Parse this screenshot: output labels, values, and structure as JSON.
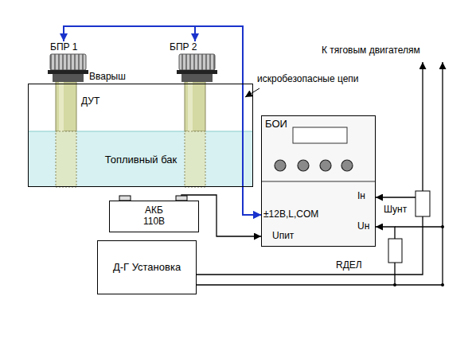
{
  "diagram": {
    "nodes": [
      {
        "text": [
          "Топливный бак"
        ]
      },
      {
        "text": [
          "ДУТ"
        ],
        "in": 0
      },
      {
        "text": [
          "БПР 1"
        ]
      },
      {
        "text": [
          "БПР 2"
        ]
      },
      {
        "text": [
          "БОИ"
        ]
      },
      {
        "text": [
          "АКБ 110В"
        ]
      },
      {
        "text": [
          "Д-Г Установка"
        ]
      },
      {
        "text": [
          "Шунт"
        ]
      },
      {
        "text": [
          "RДЕЛ"
        ]
      }
    ],
    "edges": [
      {
        "from": 2,
        "to": 4,
        "arrow": "both"
      },
      {
        "from": 3,
        "to": 4,
        "arrow": "both"
      },
      {
        "from": 5,
        "to": 4,
        "arrow": "to"
      },
      {
        "from": 6,
        "to": 7,
        "arrow": "none"
      },
      {
        "from": 7,
        "to": 4,
        "arrow": "to"
      },
      {
        "from": 8,
        "to": 4,
        "arrow": "to"
      }
    ],
    "labels": [
      "Вварыш",
      "искробезопасные цепи",
      "К тяговым двигателям",
      "±12В,L,COM",
      "Uпит",
      "Iн",
      "Uн"
    ]
  }
}
